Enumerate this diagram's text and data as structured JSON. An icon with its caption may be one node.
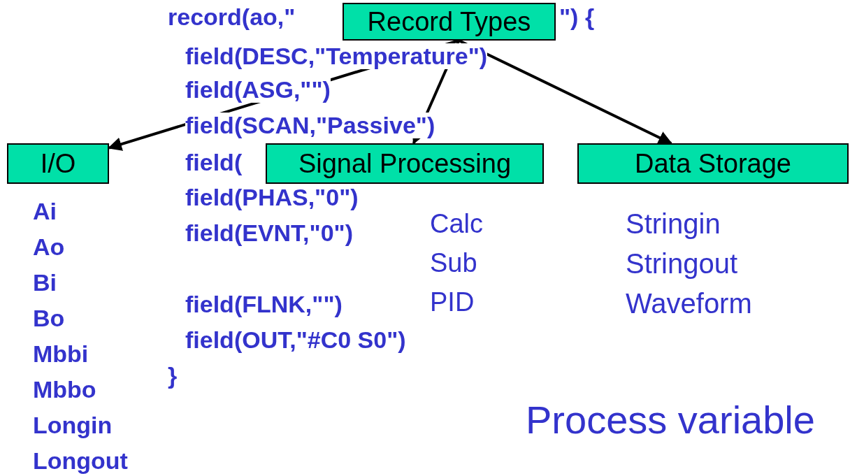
{
  "diagram": {
    "nodes": [
      {
        "text": [
          "Record Types"
        ]
      },
      {
        "text": [
          "I/O"
        ],
        "beside": [
          "Ai",
          "Ao",
          "Bi",
          "Bo",
          "Mbbi",
          "Mbbo",
          "Longin",
          "Longout"
        ]
      },
      {
        "text": [
          "Signal Processing"
        ],
        "beside": [
          "Calc",
          "Sub",
          "PID"
        ]
      },
      {
        "text": [
          "Data Storage"
        ],
        "beside": [
          "Stringin",
          "Stringout",
          "Waveform"
        ]
      }
    ],
    "edges": [
      {
        "from": 0,
        "to": 1,
        "arrow": "to"
      },
      {
        "from": 0,
        "to": 2,
        "arrow": "to"
      },
      {
        "from": 0,
        "to": 3,
        "arrow": "to"
      }
    ],
    "labels": [
      "record(ao,\"",
      "\") {",
      "field(DESC,\"Temperature\")",
      "field(ASG,\"\")",
      "field(SCAN,\"Passive\")",
      "field(",
      "field(PHAS,\"0\")",
      "field(EVNT,\"0\")",
      "field(FLNK,\"\")",
      "field(OUT,\"#C0 S0\")",
      "}",
      "Process variable"
    ]
  }
}
